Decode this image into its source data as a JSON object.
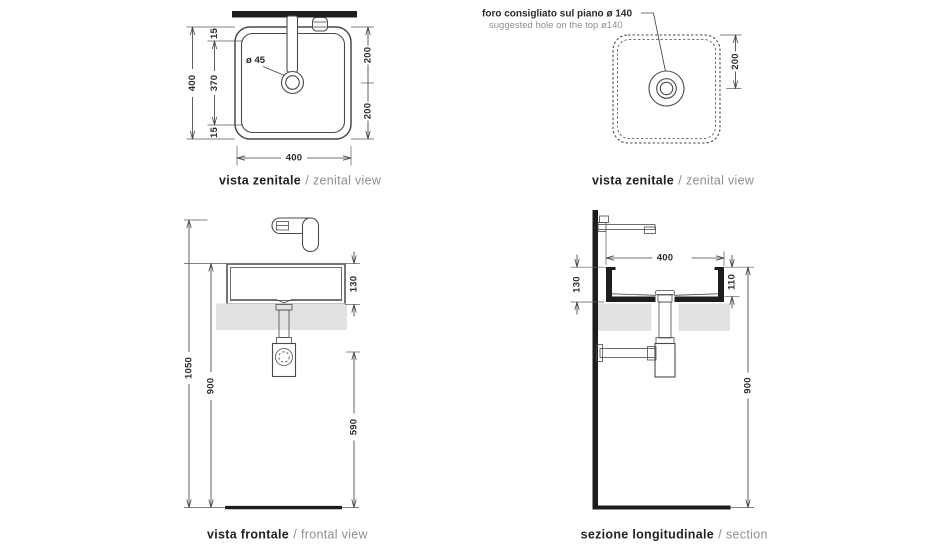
{
  "colors": {
    "line": "#4a4a4a",
    "heavy": "#1d1d1d",
    "counter_fill": "#e2e2e2",
    "text": "#2b2b2b",
    "muted_text": "#8f8f8f"
  },
  "views": {
    "zenital_left": {
      "caption": {
        "it": "vista zenitale",
        "sep": "/",
        "en": "zenital view"
      },
      "drain_label": "ø 45",
      "dims": {
        "overall_width": "400",
        "inner_width": "370",
        "rim_top": "15",
        "rim_bottom": "15",
        "top_to_drain": "200",
        "drain_to_bottom": "200",
        "bottom_width": "400"
      }
    },
    "zenital_right": {
      "caption": {
        "it": "vista zenitale",
        "sep": "/",
        "en": "zenital view"
      },
      "note_it": "foro consigliato sul piano ø 140",
      "note_en": "suggested hole on the top ø140",
      "dims": {
        "top_to_hole": "200"
      }
    },
    "frontal": {
      "caption": {
        "it": "vista frontale",
        "sep": "/",
        "en": "frontal view"
      },
      "dims": {
        "total_height": "1050",
        "rim_height": "900",
        "basin_depth": "130",
        "drain_outlet_height": "590"
      }
    },
    "section": {
      "caption": {
        "it": "sezione longitudinale",
        "sep": "/",
        "en": "section"
      },
      "dims": {
        "width": "400",
        "basin_depth": "130",
        "inner_depth": "110",
        "rim_height": "900"
      }
    }
  }
}
